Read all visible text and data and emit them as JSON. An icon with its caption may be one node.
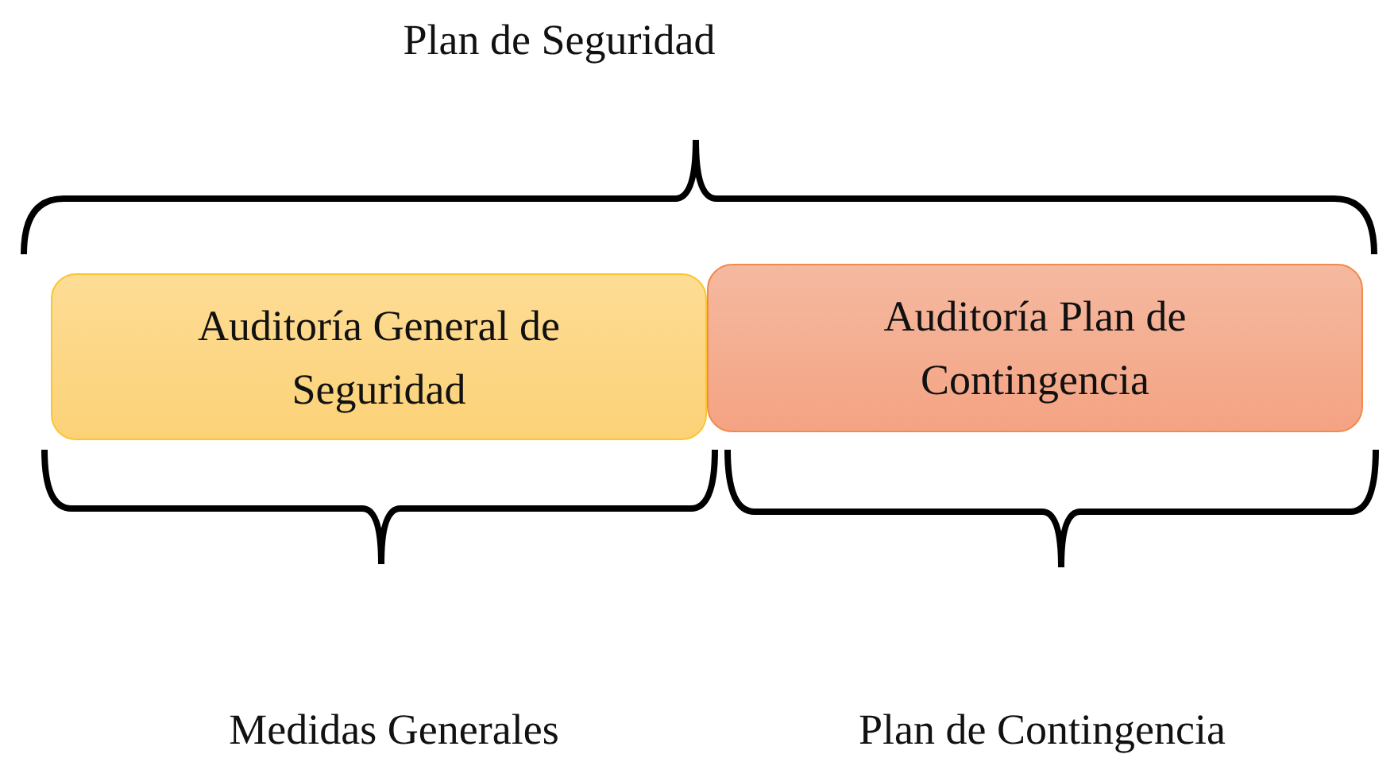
{
  "diagram": {
    "nodes": [
      {
        "text": [
          "Auditoría General de Seguridad"
        ]
      },
      {
        "text": [
          "Auditoría Plan de Contingencia"
        ]
      }
    ],
    "edges": [],
    "labels": [
      "Plan de Seguridad",
      "Medidas Generales",
      "Plan de Contingencia"
    ]
  }
}
